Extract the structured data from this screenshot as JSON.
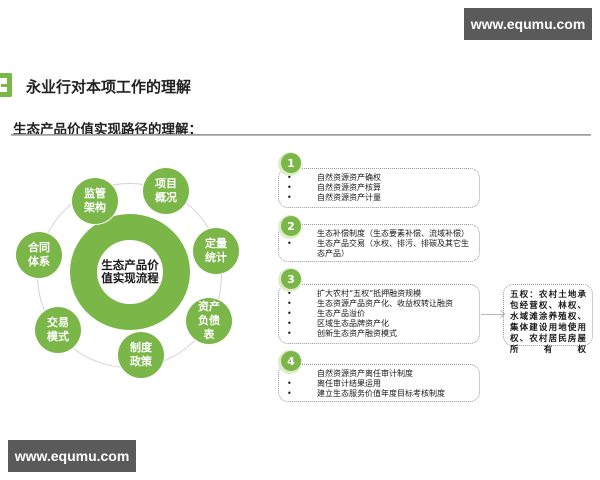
{
  "watermarks": {
    "top": "www.equmu.com",
    "bottom": "www.equmu.com"
  },
  "header": {
    "logo_icon": "green-bracket-logo",
    "title": "永业行对本项工作的理解"
  },
  "section": {
    "title": "生态产品价值实现路径的理解："
  },
  "colors": {
    "accent_green": "#7ab648",
    "watermark_bg": "#5a5a5a",
    "rule_gray": "#8c8c8c"
  },
  "wheel": {
    "center": "生态产品价值实现流程",
    "nodes": [
      "项目概况",
      "定量统计",
      "资产负债表",
      "制度政策",
      "交易模式",
      "合同体系",
      "监管架构"
    ]
  },
  "stages": [
    {
      "number": "1",
      "items": [
        "自然资源资产确权",
        "自然资源资产核算",
        "自然资源资产计量"
      ]
    },
    {
      "number": "2",
      "items": [
        "生态补偿制度（生态要素补偿、流域补偿）",
        "生态产品交易（水权、排污、排碳及其它生态产品）"
      ]
    },
    {
      "number": "3",
      "items": [
        "扩大农村“五权”抵押融资规模",
        "生态资源产品资产化、收益权转让融资",
        "生态产品溢价",
        "区域生态品牌资产化",
        "创新生态资产融资模式"
      ]
    },
    {
      "number": "4",
      "items": [
        "自然资源资产离任审计制度",
        "离任审计结果运用",
        "建立生态服务价值年度目标考核制度"
      ]
    }
  ],
  "side_note": {
    "text": "五权：农村土地承包经营权、林权、水域滩涂养殖权、集体建设用地使用权、农村居民房屋所有权"
  }
}
